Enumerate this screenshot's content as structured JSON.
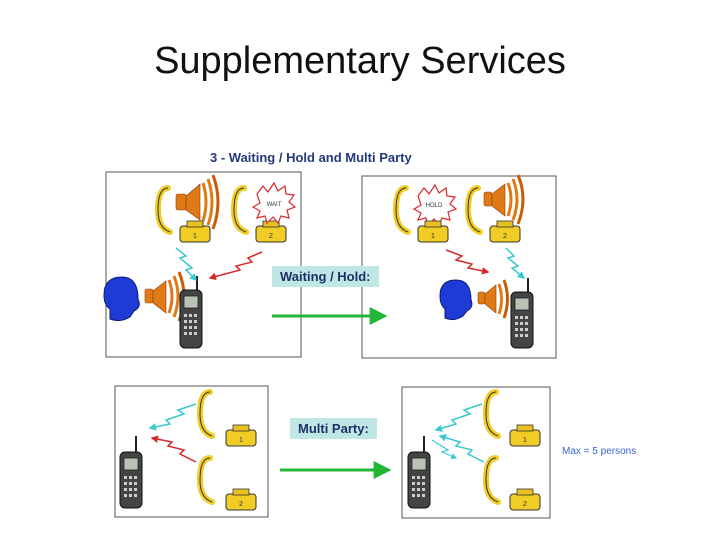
{
  "title": "Supplementary Services",
  "diagram": {
    "subtitle": "3 - Waiting / Hold and Multi Party",
    "waiting_hold_label": "Waiting / Hold:",
    "multi_party_label": "Multi Party:",
    "max_persons": "Max = 5 persons",
    "wait_bubble": "WAIT",
    "hold_bubble": "HOLD",
    "numbers": {
      "one": "1",
      "two": "2"
    },
    "colors": {
      "green_arrow": "#22b536",
      "red_signal": "#d62a2a",
      "cyan_signal": "#39c9d0",
      "handset": "#f0cc25",
      "person": "#1f3bd6",
      "sound": "#e07a16",
      "label_bg": "#bfe8e4",
      "text_blue": "#1e2f6b"
    }
  }
}
